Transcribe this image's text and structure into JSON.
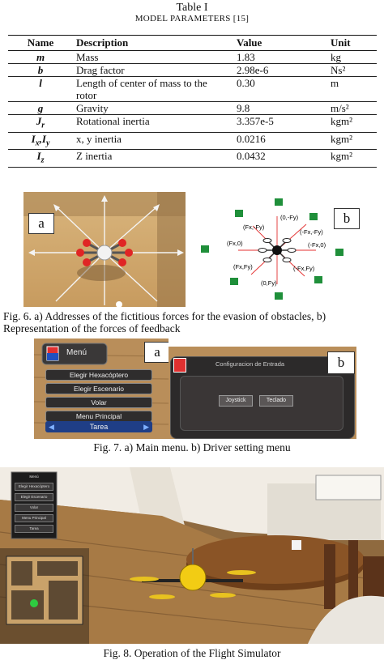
{
  "table": {
    "title": "Table I",
    "subtitle": "MODEL PARAMETERS [15]",
    "headers": [
      "Name",
      "Description",
      "Value",
      "Unit"
    ],
    "rows": [
      {
        "symbol": "m",
        "desc": "Mass",
        "value": "1.83",
        "unit": "kg"
      },
      {
        "symbol": "b",
        "desc": "Drag factor",
        "value": "2.98e-6",
        "unit": "Ns²"
      },
      {
        "symbol": "l",
        "desc": "Length of center of mass to the rotor",
        "value": "0.30",
        "unit": "m"
      },
      {
        "symbol": "g",
        "desc": "Gravity",
        "value": "9.8",
        "unit": "m/s²"
      },
      {
        "symbol": "J",
        "sub": "r",
        "desc": "Rotational inertia",
        "value": "3.357e-5",
        "unit": "kgm²"
      },
      {
        "symbol": "I",
        "sub": "x",
        "symbol2": "I",
        "sub2": "y",
        "desc": "x, y inertia",
        "value": "0.0216",
        "unit": "kgm²"
      },
      {
        "symbol": "I",
        "sub": "z",
        "desc": "Z inertia",
        "value": "0.0432",
        "unit": "kgm²"
      }
    ]
  },
  "fig6": {
    "label_a": "a",
    "label_b": "b",
    "forces": [
      "(0,-Fy)",
      "(Fx,-Fy)",
      "(-Fx,-Fy)",
      "(Fx,0)",
      "(-Fx,0)",
      "(Fx,Fy)",
      "(-Fx,Fy)",
      "(0,Fy)"
    ],
    "caption": "Fig. 6. a) Addresses of the fictitious forces for the evasion of obstacles, b) Representation of the forces of feedback"
  },
  "fig7": {
    "label_a": "a",
    "label_b": "b",
    "menu_title": "Menú",
    "menu_items": [
      "Elegir Hexacóptero",
      "Elegir Escenario",
      "Volar",
      "Menu Principal"
    ],
    "menu_footer": "Tarea",
    "config_title": "Configuracion de Entrada",
    "config_buttons": [
      "Joystick",
      "Teclado"
    ],
    "caption": "Fig. 7. a) Main menu. b) Driver setting menu"
  },
  "fig8": {
    "mini_menu": [
      "Menú",
      "Elegir Hexacóptero",
      "Elegir Escenario",
      "Volar",
      "Menu Principal",
      "Tarea"
    ],
    "caption": "Fig. 8. Operation of the Flight Simulator"
  },
  "colors": {
    "wood": "#b98e5a",
    "menu_blue": "#1f3e86",
    "gui_dark": "#2c2a2a",
    "arrow_red": "#e43030",
    "green_icon": "#1f8f3a"
  }
}
